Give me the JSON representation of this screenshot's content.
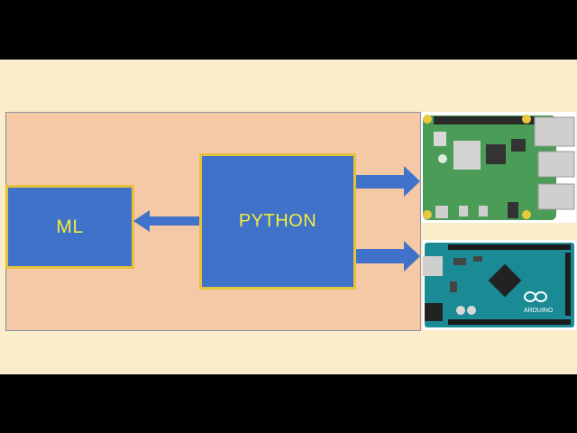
{
  "diagram": {
    "boxes": {
      "ml": "ML",
      "python": "PYTHON"
    },
    "colors": {
      "slide_bg": "#fbecca",
      "panel_bg": "#f5c8a6",
      "box_fill": "#3f72c8",
      "box_border": "#e6c23c",
      "box_text": "#f3ec3e",
      "arrow": "#3f72c8"
    },
    "images": {
      "top": "raspberry-pi-board",
      "bottom": "arduino-mega-board"
    },
    "logos": {
      "arduino_text": "ARDUINO"
    }
  }
}
